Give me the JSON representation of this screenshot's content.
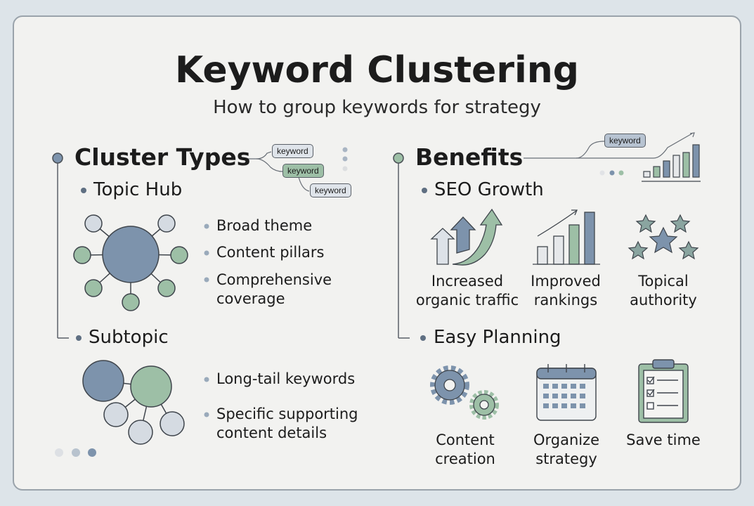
{
  "header": {
    "title": "Keyword Clustering",
    "subtitle": "How to group keywords for strategy"
  },
  "colors": {
    "blue": "#7d93ac",
    "green": "#9dbfa6",
    "light": "#d5dbe2",
    "line": "#4a4f55"
  },
  "left": {
    "heading": "Cluster Types",
    "keyword_tags": [
      "keyword",
      "keyword",
      "keyword"
    ],
    "topic_hub": {
      "label": "Topic Hub",
      "bullets": [
        "Broad theme",
        "Content pillars",
        "Comprehensive",
        "coverage"
      ]
    },
    "subtopic": {
      "label": "Subtopic",
      "bullets": [
        "Long-tail keywords",
        "Specific supporting",
        "content details"
      ]
    }
  },
  "right": {
    "heading": "Benefits",
    "keyword_tag": "keyword",
    "seo_growth": {
      "label": "SEO Growth",
      "items": [
        {
          "line1": "Increased",
          "line2": "organic traffic",
          "icon": "arrows-up-icon"
        },
        {
          "line1": "Improved",
          "line2": "rankings",
          "icon": "bar-chart-icon"
        },
        {
          "line1": "Topical",
          "line2": "authority",
          "icon": "stars-icon"
        }
      ]
    },
    "easy_planning": {
      "label": "Easy Planning",
      "items": [
        {
          "line1": "Content",
          "line2": "creation",
          "icon": "gears-icon"
        },
        {
          "line1": "Organize",
          "line2": "strategy",
          "icon": "calendar-icon"
        },
        {
          "line1": "Save time",
          "line2": "",
          "icon": "clipboard-checklist-icon"
        }
      ]
    }
  }
}
